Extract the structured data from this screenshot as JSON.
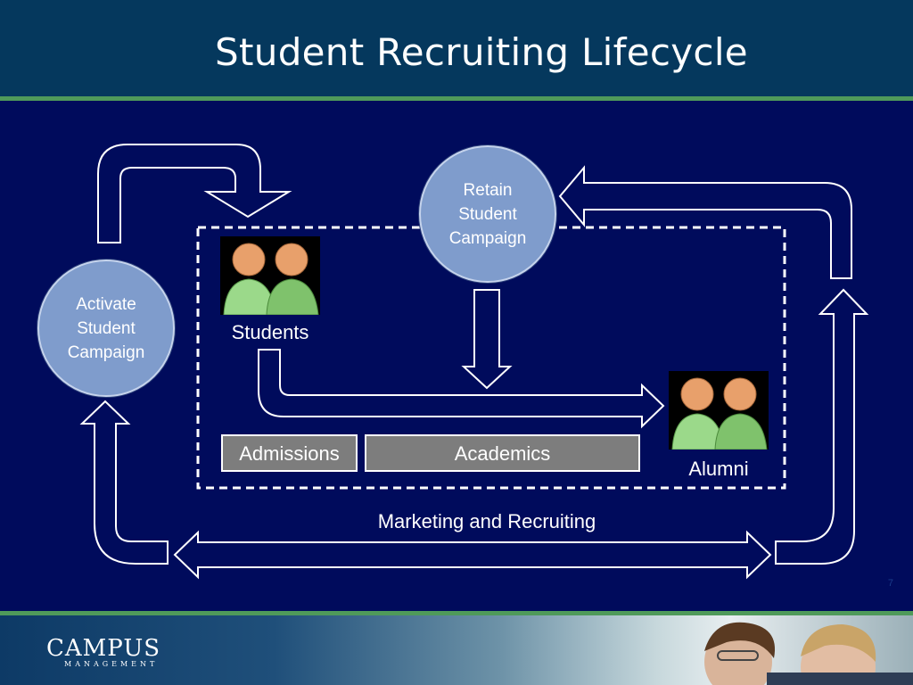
{
  "slide": {
    "title": "Student Recruiting Lifecycle",
    "page_number": "7"
  },
  "diagram": {
    "activate": "Activate\nStudent\nCampaign",
    "retain": "Retain\nStudent\nCampaign",
    "students_label": "Students",
    "alumni_label": "Alumni",
    "admissions": "Admissions",
    "academics": "Academics",
    "marketing": "Marketing and Recruiting"
  },
  "footer": {
    "logo_main": "CAMPUS",
    "logo_sub": "MANAGEMENT"
  },
  "colors": {
    "title_bar": "#05385d",
    "accent_green": "#4f9a5a",
    "background": "#000b5c",
    "circle_fill": "#7f9ccc",
    "bar_fill": "#7d7d7d"
  }
}
